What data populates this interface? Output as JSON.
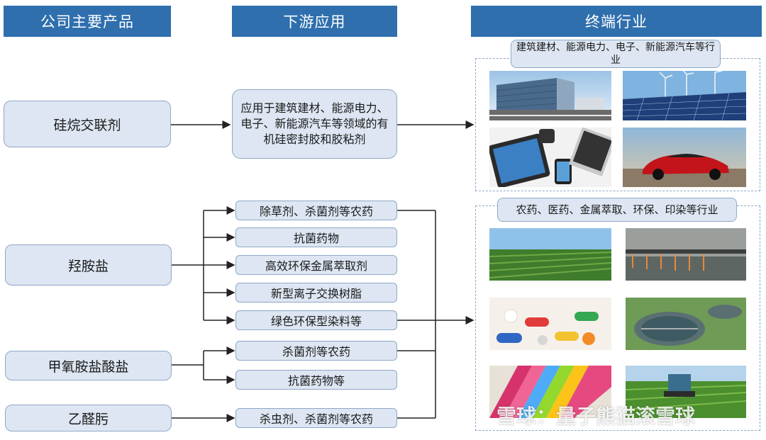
{
  "headers": {
    "products": "公司主要产品",
    "downstream": "下游应用",
    "terminal": "终端行业"
  },
  "products": {
    "silane": "硅烷交联剂",
    "hydroxylamine": "羟胺盐",
    "methoxyamine": "甲氧胺盐酸盐",
    "acetaldoxime": "乙醛肟"
  },
  "applications": {
    "silane_app": "应用于建筑建材、能源电力、电子、新能源汽车等领域的有机硅密封胶和胶粘剂",
    "h1": "除草剂、杀菌剂等农药",
    "h2": "抗菌药物",
    "h3": "高效环保金属萃取剂",
    "h4": "新型离子交换树脂",
    "h5": "绿色环保型染料等",
    "m1": "杀菌剂等农药",
    "m2": "抗菌药物等",
    "a1": "杀虫剂、杀菌剂等农药"
  },
  "industries": {
    "group1": "建筑建材、能源电力、电子、新能源汽车等行业",
    "group2": "农药、医药、金属萃取、环保、印染等行业"
  },
  "watermark": "雪球：量子熊猫滚雪球",
  "colors": {
    "header_bg": "#2f6fad",
    "box_bg": "#dde6f2",
    "box_border": "#8fa8c8"
  }
}
